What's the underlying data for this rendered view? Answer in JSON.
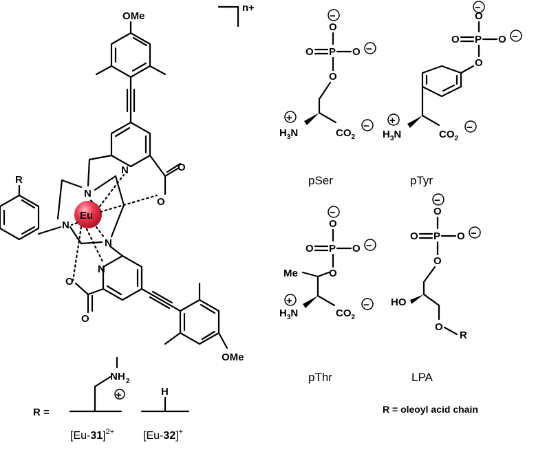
{
  "complex": {
    "metal": "Eu",
    "charge_label": "n+",
    "methoxy_label": "OMe",
    "r_label": "R",
    "n_label": "N",
    "o_label": "O"
  },
  "compounds": {
    "pSer": "pSer",
    "pTyr": "pTyr",
    "pThr": "pThr",
    "LPA": "LPA"
  },
  "atoms": {
    "phosphorus": "P",
    "oxygen": "O",
    "h3n": "H",
    "h3n_sub": "3",
    "h3n_n": "N",
    "co2": "CO",
    "co2_sub": "2",
    "methyl": "Me",
    "hydroxyl": "HO",
    "o_r": "O",
    "r": "R",
    "minus": "−",
    "plus": "+"
  },
  "r_definition": {
    "prefix": "R =",
    "nh2": "NH",
    "nh2_sub": "2",
    "h": "H",
    "oleoyl_note": "R = oleoyl acid chain"
  },
  "captions": {
    "eu31_prefix": "[Eu-",
    "eu31_number": "31",
    "eu31_charge": "2+",
    "eu32_prefix": "[Eu-",
    "eu32_number": "32",
    "eu32_charge": "+",
    "close": "]"
  },
  "colors": {
    "europium": "#e8283c",
    "europium_highlight": "#ff8fa0"
  }
}
